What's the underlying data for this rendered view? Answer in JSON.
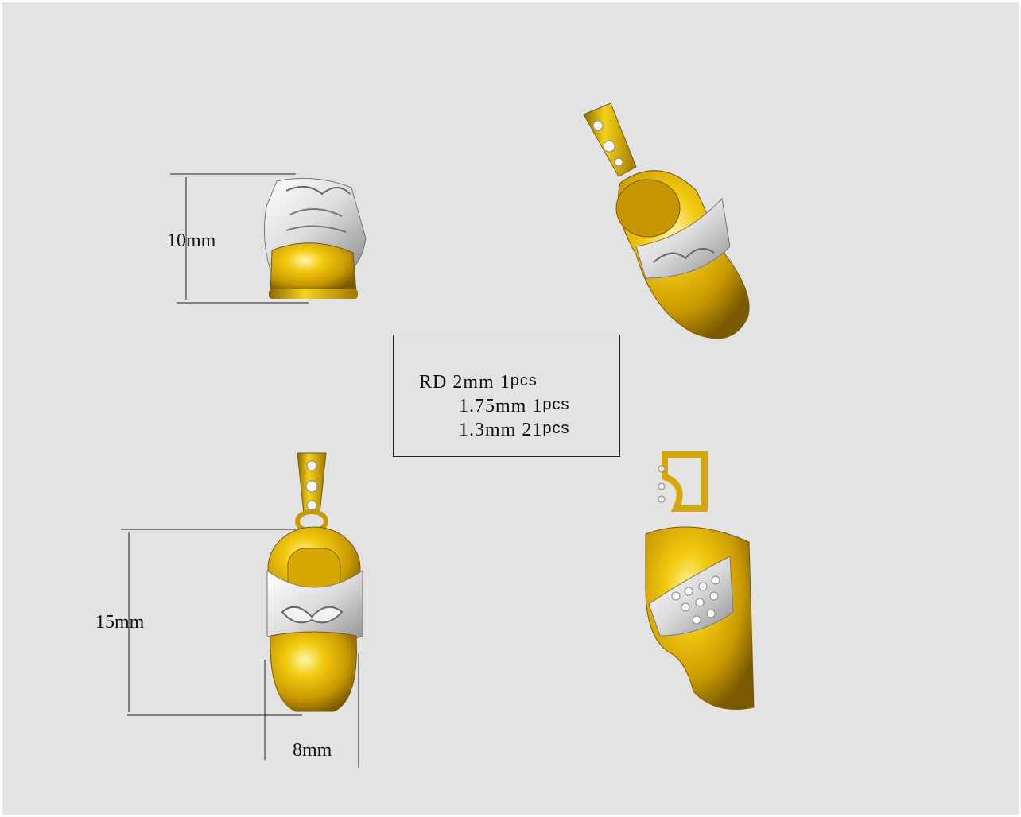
{
  "dimensions": {
    "height_top_view": "10mm",
    "height_front_view": "15mm",
    "width_front_view": "8mm"
  },
  "stone_spec": {
    "prefix": "RD",
    "lines": [
      {
        "size": "2mm",
        "qty": "1",
        "unit": "pcs"
      },
      {
        "size": "1.75mm",
        "qty": "1",
        "unit": "pcs"
      },
      {
        "size": "1.3mm",
        "qty": "21",
        "unit": "pcs"
      }
    ]
  },
  "colors": {
    "background": "#e3e3e3",
    "gold": "#e0b400",
    "gold_dark": "#8a6a00",
    "silver": "#f2f2f2",
    "silver_shade": "#9a9a9a"
  }
}
